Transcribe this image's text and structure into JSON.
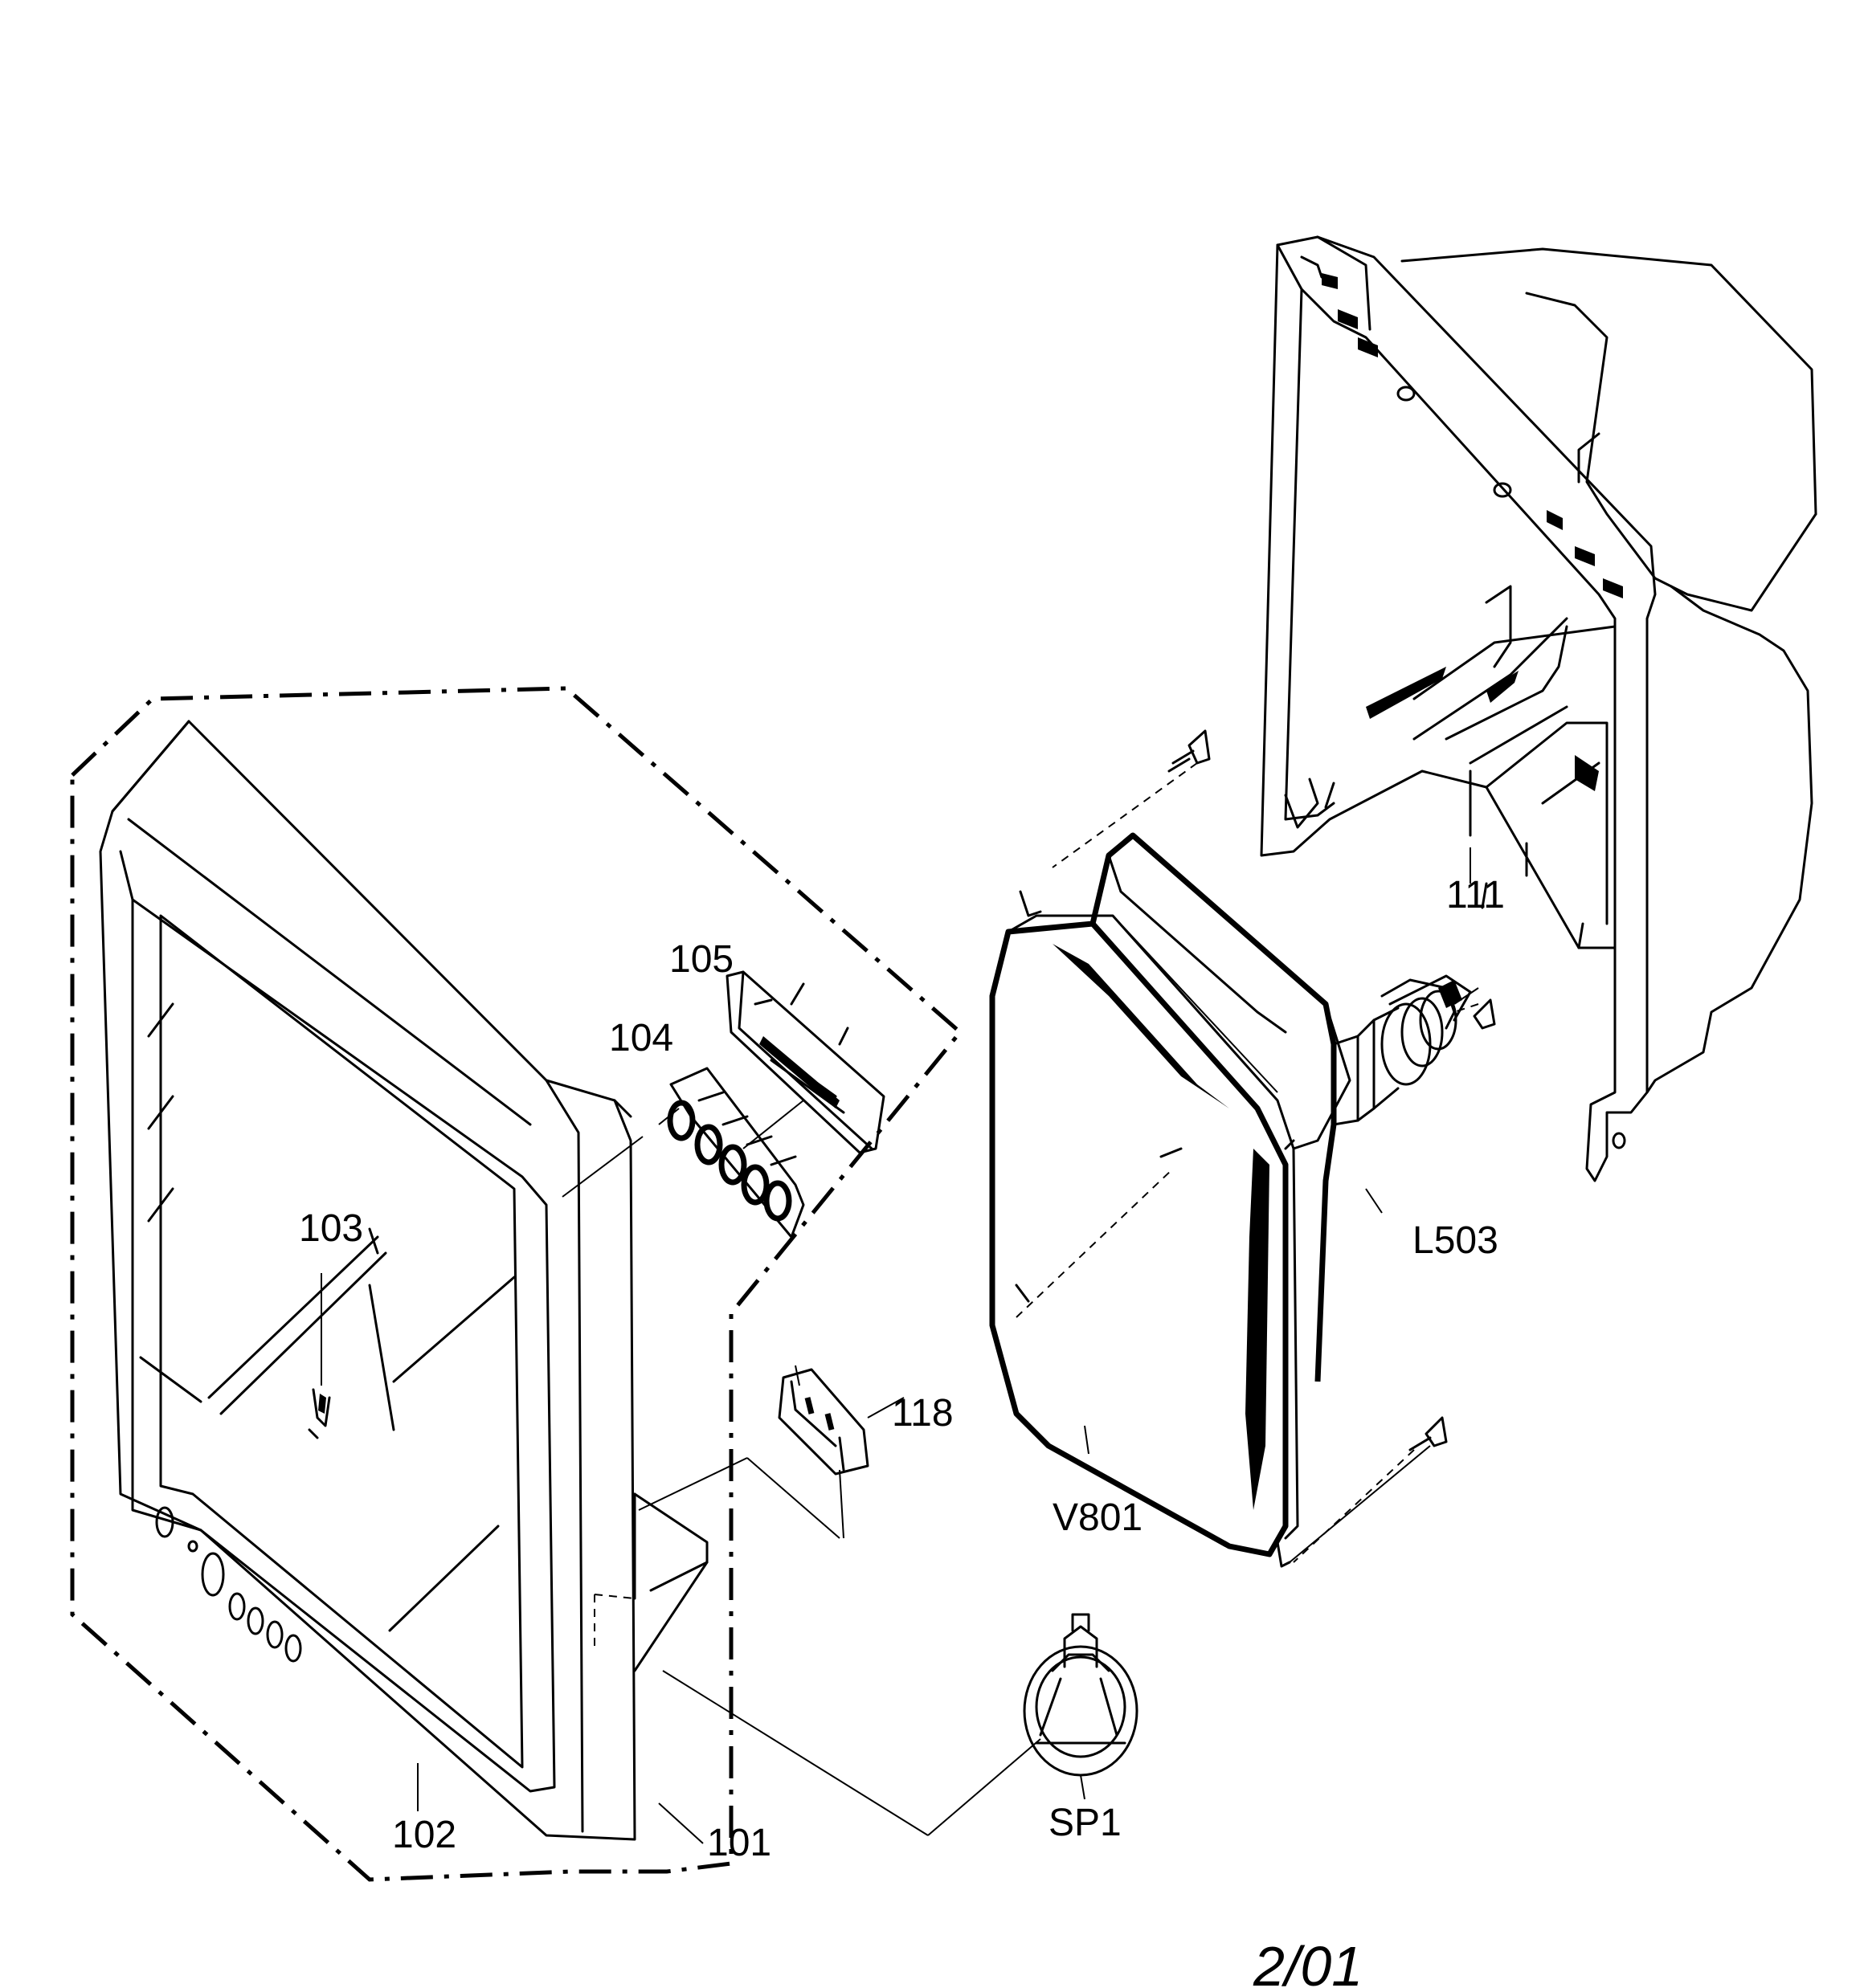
{
  "labels": {
    "l101": "101",
    "l102": "102",
    "l103": "103",
    "l104": "104",
    "l105": "105",
    "l111": "111",
    "l118": "118",
    "lL503": "L503",
    "lV801": "V801",
    "lSP1": "SP1"
  },
  "footer": "2/01"
}
